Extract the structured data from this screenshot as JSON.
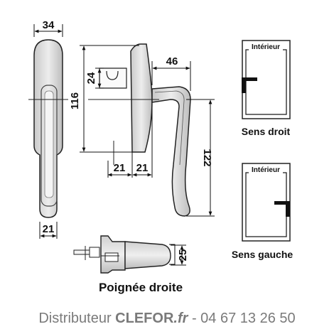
{
  "dimensions": {
    "front_width": "34",
    "front_base_width": "21",
    "body_insert_height": "24",
    "body_height": "116",
    "offset_left": "21",
    "offset_right": "21",
    "handle_reach": "46",
    "handle_length": "122",
    "side_depth": "25"
  },
  "diagrams": {
    "right": {
      "box_label": "Intérieur",
      "caption": "Sens droit"
    },
    "left": {
      "box_label": "Intérieur",
      "caption": "Sens gauche"
    }
  },
  "product_title": "Poignée droite",
  "footer": {
    "prefix": "Distributeur ",
    "brand": "CLEFOR",
    "tld": ".fr",
    "separator": " - ",
    "phone": "04 67 13 26 50"
  }
}
